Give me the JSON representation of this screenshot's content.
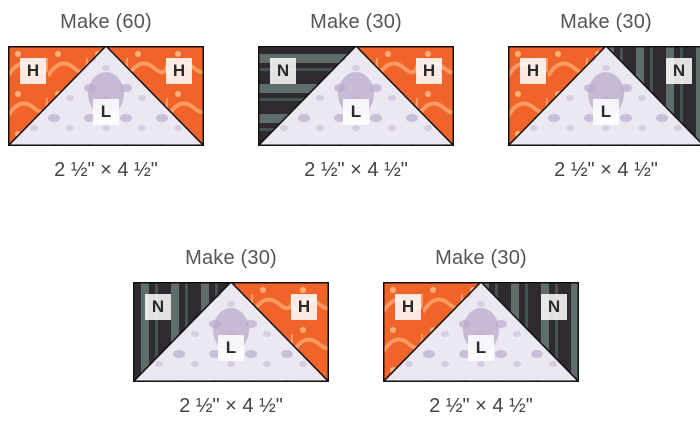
{
  "units": [
    {
      "id": "u1",
      "title": "Make (60)",
      "size": "2 ½\" × 4 ½\"",
      "left_label": "H",
      "right_label": "H",
      "center_label": "L",
      "left_fabric": "orange",
      "right_fabric": "orange"
    },
    {
      "id": "u2",
      "title": "Make (30)",
      "size": "2 ½\" × 4 ½\"",
      "left_label": "N",
      "right_label": "H",
      "center_label": "L",
      "left_fabric": "dark",
      "right_fabric": "orange"
    },
    {
      "id": "u3",
      "title": "Make (30)",
      "size": "2 ½\" × 4 ½\"",
      "left_label": "H",
      "right_label": "N",
      "center_label": "L",
      "left_fabric": "orange",
      "right_fabric": "dark"
    },
    {
      "id": "u4",
      "title": "Make (30)",
      "size": "2 ½\" × 4 ½\"",
      "left_label": "N",
      "right_label": "H",
      "center_label": "L",
      "left_fabric": "dark",
      "right_fabric": "orange"
    },
    {
      "id": "u5",
      "title": "Make (30)",
      "size": "2 ½\" × 4 ½\"",
      "left_label": "H",
      "right_label": "N",
      "center_label": "L",
      "left_fabric": "orange",
      "right_fabric": "dark"
    }
  ],
  "colors": {
    "orange": "#f0642a",
    "orange_light": "#ff9a62",
    "dark": "#2e2a30",
    "dark_stripe": "#5f6e6a",
    "light": "#ece8f1",
    "light_spot": "#b9abcb",
    "outline": "#111111"
  }
}
